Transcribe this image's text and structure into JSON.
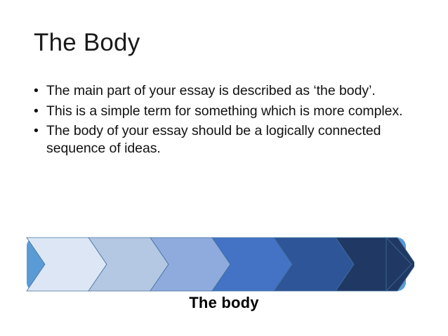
{
  "slide": {
    "title": "The Body",
    "bullet_marker": "•",
    "bullets": [
      "The main part of your essay is described as ‘the body’.",
      "This is a simple term for something which is more complex.",
      "The body of your essay should be a logically connected sequence of ideas."
    ],
    "graphic": {
      "caption": "The body",
      "type": "chevron-process",
      "backdrop_color": "#5b9bd5",
      "segment_outline_color": "#41719c",
      "segments": [
        {
          "index": 1,
          "fill": "#dce6f4"
        },
        {
          "index": 2,
          "fill": "#b4c7e3"
        },
        {
          "index": 3,
          "fill": "#8faadc"
        },
        {
          "index": 4,
          "fill": "#4472c4"
        },
        {
          "index": 5,
          "fill": "#2e5597"
        },
        {
          "index": 6,
          "fill": "#203864"
        }
      ]
    }
  }
}
